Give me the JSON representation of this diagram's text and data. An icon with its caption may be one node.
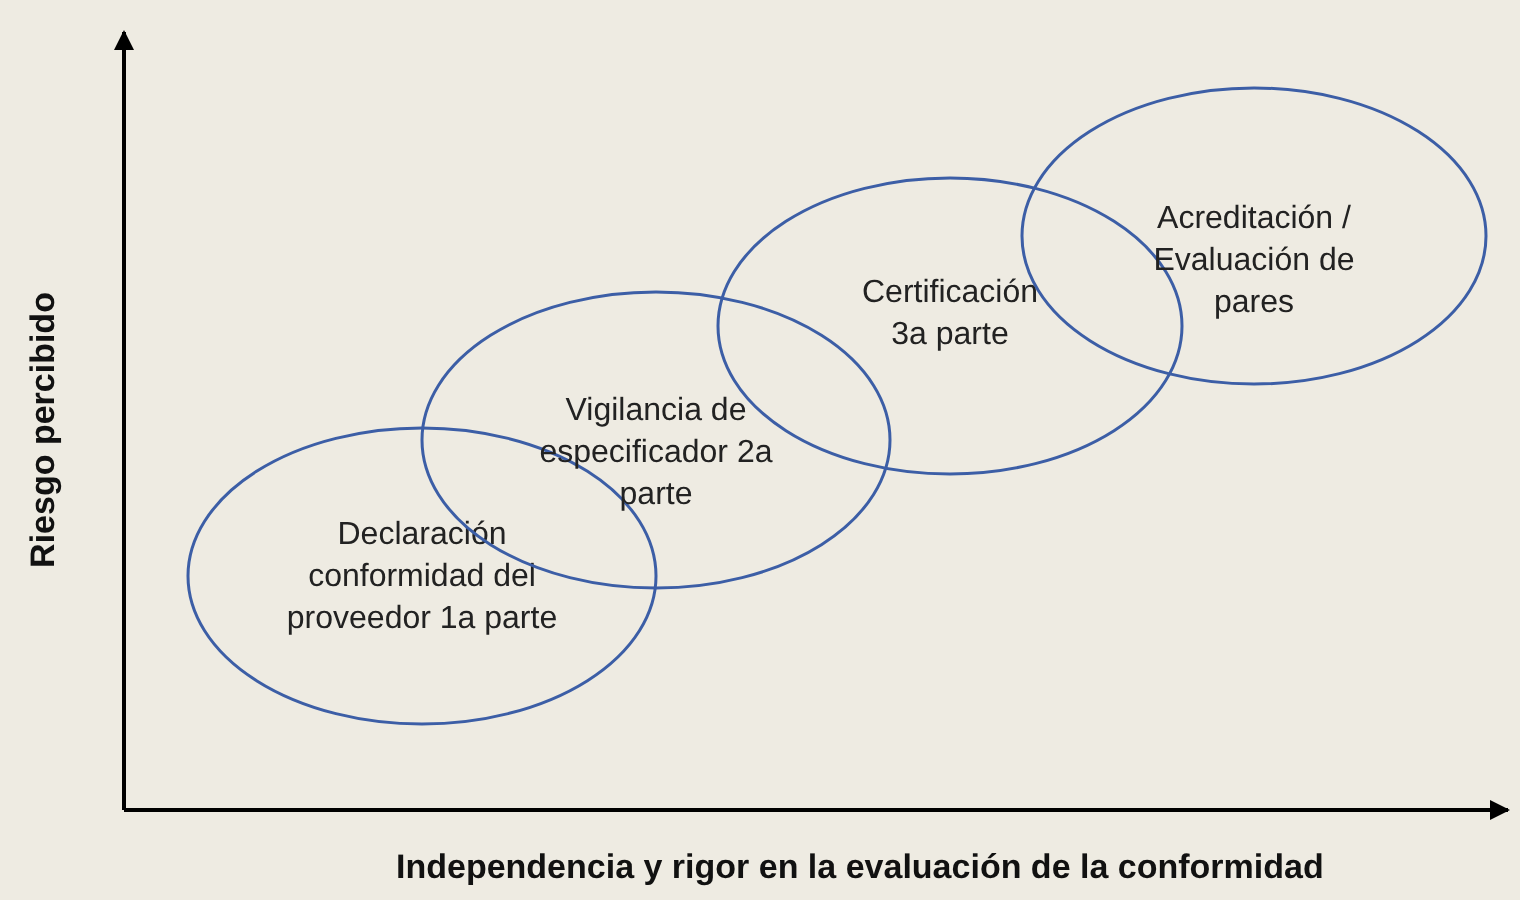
{
  "diagram": {
    "nodes": [
      {
        "text": [
          "Declaración conformidad del proveedor 1a parte"
        ]
      },
      {
        "text": [
          "Vigilancia de especificador 2a parte"
        ]
      },
      {
        "text": [
          "Certificación 3a parte"
        ]
      },
      {
        "text": [
          "Acreditación / Evaluación de pares"
        ]
      }
    ],
    "edges": [],
    "labels": [
      "Riesgo percibido",
      "Independencia y rigor en la evaluación de la conformidad"
    ]
  }
}
